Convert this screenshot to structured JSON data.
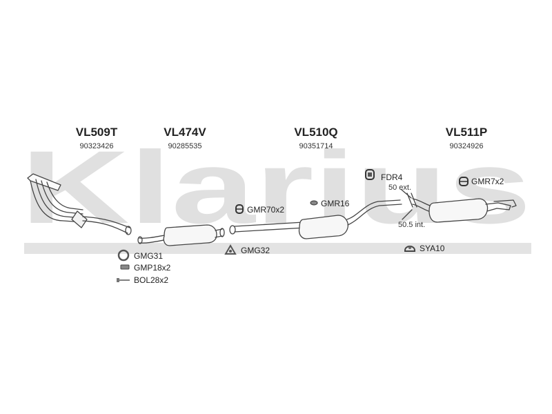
{
  "brand": {
    "watermark_text": "Klarius",
    "colors": {
      "watermark": "#e0e0e0",
      "band": "#e3e3e3",
      "line": "#444444"
    }
  },
  "parts": [
    {
      "code": "VL509T",
      "number": "90323426"
    },
    {
      "code": "VL474V",
      "number": "90285535"
    },
    {
      "code": "VL510Q",
      "number": "90351714"
    },
    {
      "code": "VL511P",
      "number": "90324926"
    }
  ],
  "fittings": {
    "gmr70": "GMR70x2",
    "gmr16": "GMR16",
    "fdr4": "FDR4",
    "gmr7": "GMR7x2",
    "gmg31": "GMG31",
    "gmp18": "GMP18x2",
    "bol28": "BOL28x2",
    "gmg32": "GMG32",
    "sya10": "SYA10"
  },
  "notes": {
    "ext": "50 ext.",
    "int": "50.5 int."
  }
}
